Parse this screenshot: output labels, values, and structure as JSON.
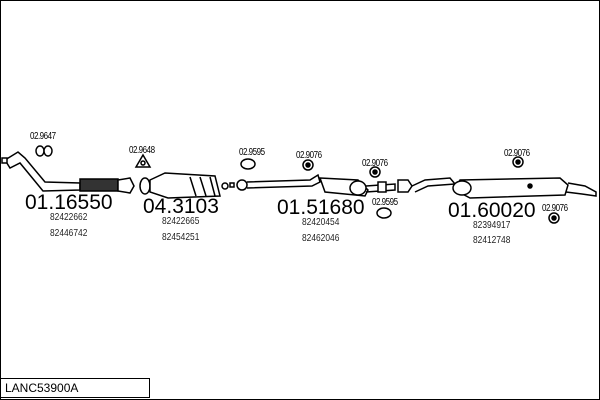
{
  "diagram_code": "LANC53900A",
  "parts": [
    {
      "number": "01.16550",
      "refs": [
        "82422662",
        "82446742"
      ]
    },
    {
      "number": "04.3103",
      "refs": [
        "82422665",
        "82454251"
      ]
    },
    {
      "number": "01.51680",
      "refs": [
        "82420454",
        "82462046"
      ]
    },
    {
      "number": "01.60020",
      "refs": [
        "82394917",
        "82412748"
      ]
    }
  ],
  "accessories": [
    "02.9647",
    "02.9648",
    "02.9595",
    "02.9076",
    "02.9076",
    "02.9595",
    "02.9076",
    "02.9076"
  ]
}
